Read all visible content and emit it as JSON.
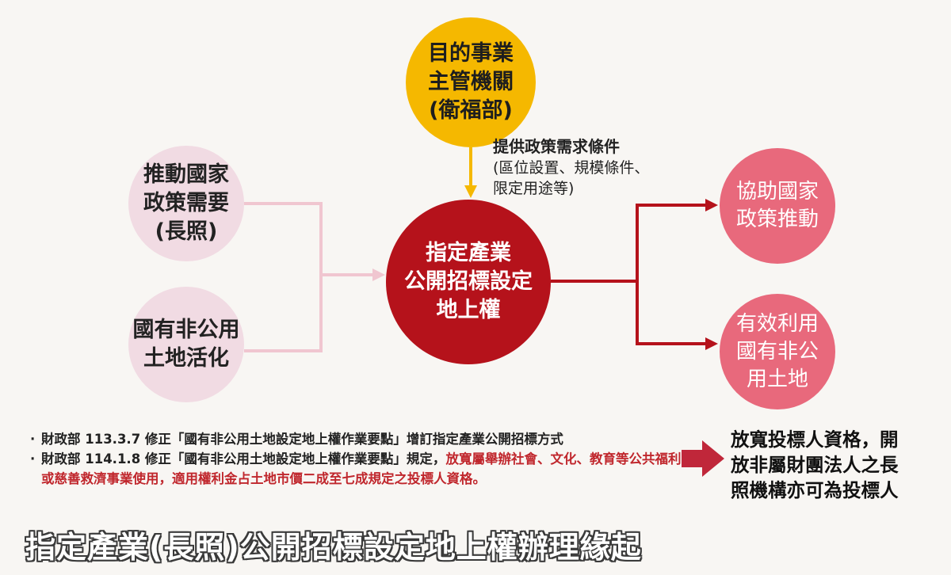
{
  "nodes": {
    "authority": [
      "目的事業",
      "主管機關",
      "(衛福部)"
    ],
    "center": [
      "指定產業",
      "公開招標設定",
      "地上權"
    ],
    "policy_need": [
      "推動國家",
      "政策需要",
      "(長照)"
    ],
    "land_use": [
      "國有非公用",
      "土地活化"
    ],
    "assist": [
      "協助國家",
      "政策推動"
    ],
    "effective": [
      "有效利用",
      "國有非公",
      "用土地"
    ]
  },
  "policy_label": {
    "title": "提供政策需求條件",
    "detail_line1": "(區位設置、規模條件、",
    "detail_line2": "限定用途等)"
  },
  "notes": {
    "note1": "財政部 113.3.7 修正「國有非公用土地設定地上權作業要點」增訂指定產業公開招標方式",
    "note2_prefix": "財政部 114.1.8 修正「國有非公用土地設定地上權作業要點」規定，",
    "note2_red": "放寬屬舉辦社會、文化、教育等公共福利或慈善救濟事業使用，適用權利金占土地市價二成至七成規定之投標人資格。"
  },
  "outcome": [
    "放寬投標人資格，開",
    "放非屬財團法人之長",
    "照機構亦可為投標人"
  ],
  "title": "指定產業(長照)公開招標設定地上權辦理緣起",
  "colors": {
    "yellow": "#f5b800",
    "dark_red": "#b5121b",
    "pink": "#e8697c",
    "light_pink": "#f1dbe3",
    "connector_pink": "#f0c6d0",
    "red_text": "#c0272d"
  }
}
